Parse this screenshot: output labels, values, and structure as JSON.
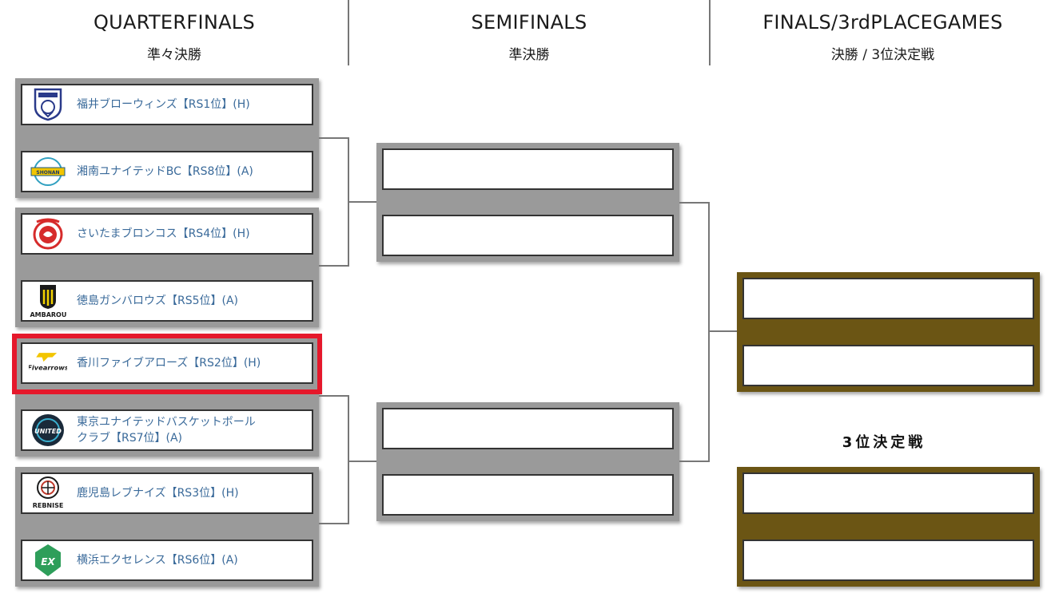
{
  "headers": {
    "quarter": {
      "en": "QUARTERFINALS",
      "jp": "準々決勝"
    },
    "semi": {
      "en": "SEMIFINALS",
      "jp": "準決勝"
    },
    "final": {
      "en": "FINALS/3rdPLACEGAMES",
      "jp": "決勝 / 3位決定戦"
    }
  },
  "third_place_label": "3位決定戦",
  "teams": [
    {
      "name": "福井ブローウィンズ【RS1位】(H)",
      "logo": "blowinds-logo"
    },
    {
      "name": "湘南ユナイテッドBC【RS8位】(A)",
      "logo": "shonan-united-logo"
    },
    {
      "name": "さいたまブロンコス【RS4位】(H)",
      "logo": "broncos-logo"
    },
    {
      "name": "徳島ガンバロウズ【RS5位】(A)",
      "logo": "gambarous-logo"
    },
    {
      "name": "香川ファイブアローズ【RS2位】(H)",
      "logo": "fivearrows-logo"
    },
    {
      "name": "東京ユナイテッドバスケットボール\nクラブ【RS7位】(A)",
      "logo": "tokyo-united-logo"
    },
    {
      "name": "鹿児島レブナイズ【RS3位】(H)",
      "logo": "rebnise-logo"
    },
    {
      "name": "横浜エクセレンス【RS6位】(A)",
      "logo": "excellence-logo"
    }
  ],
  "logo_text": {
    "fivearrows": "Fivearrows",
    "gambarous": "GAMBAROUS",
    "rebnise": "REBNISE",
    "united": "UNITED",
    "ex": "EX"
  },
  "colors": {
    "slot_gray": "#9a9a9a",
    "final_gold": "#6b5514",
    "highlight_red": "#e5182b",
    "team_text": "#3a6a9a"
  }
}
